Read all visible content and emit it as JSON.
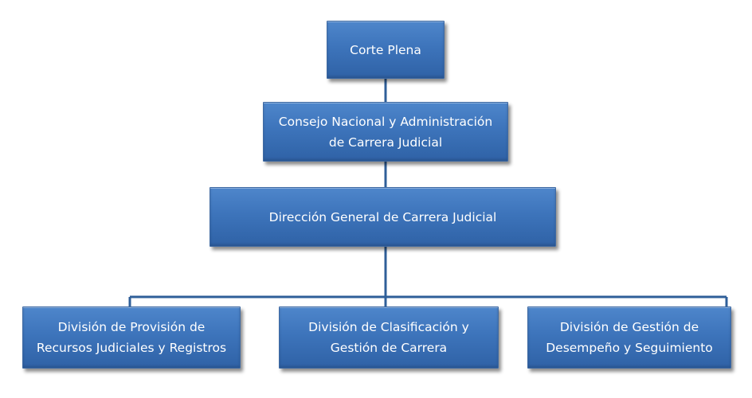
{
  "org_chart": {
    "top": {
      "label": "Corte Plena"
    },
    "level2": {
      "label": "Consejo Nacional y Administración\nde Carrera Judicial"
    },
    "level3": {
      "label": "Dirección General de Carrera Judicial"
    },
    "divisions": [
      {
        "label": "División de Provisión de\nRecursos Judiciales y Registros"
      },
      {
        "label": "División de Clasificación  y\nGestión  de Carrera"
      },
      {
        "label": "División de Gestión de\nDesempeño y Seguimiento"
      }
    ]
  },
  "colors": {
    "box_fill": "#3d74bb",
    "box_border": "#3f6aa3",
    "connector": "#2f5f99",
    "text": "#ffffff"
  }
}
